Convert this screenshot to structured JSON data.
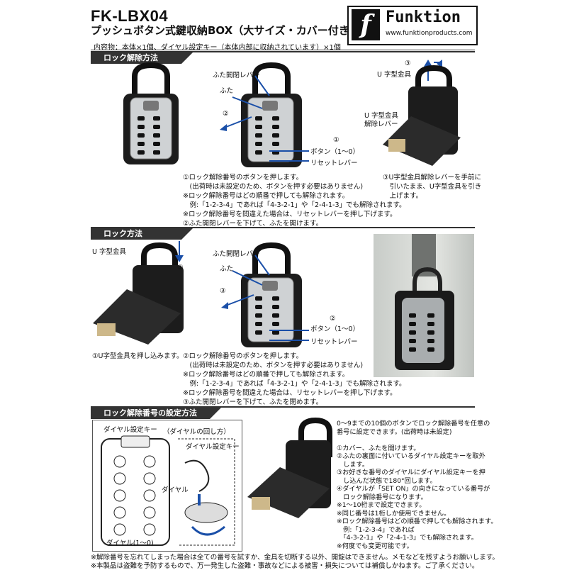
{
  "header": {
    "title": "FK-LBX04",
    "subtitle": "プッシュボタン式鍵収納BOX（大サイズ・カバー付き）",
    "contents": "内容物：本体×1個、ダイヤル設定キー（本体内部に収納されています）×1個"
  },
  "logo": {
    "letter": "f",
    "name": "Funktion",
    "url": "www.funktionproducts.com"
  },
  "unlock": {
    "heading": "ロック解除方法",
    "labels": {
      "lid_lever": "ふた開閉レバー",
      "lid": "ふた",
      "step2": "②",
      "step1": "①",
      "button": "ボタン（1〜0）",
      "reset": "リセットレバー",
      "step3": "③",
      "u_metal": "U 字型金具",
      "u_release": "U 字型金具\n解除レバー"
    },
    "instructions": "①ロック解除番号のボタンを押します。\n　(出荷時は未設定のため、ボタンを押す必要はありません)\n※ロック解除番号はどの順番で押しても解除されます。\n　例:「1-2-3-4」であれば「4-3-2-1」や「2-4-1-3」でも解除されます。\n※ロック解除番号を間違えた場合は、リセットレバーを押し下げます。\n②ふた開閉レバーを下げて、ふたを開けます。",
    "step3_text": "③U字型金具解除レバーを手前に\n　引いたまま、U字型金具を引き\n　上げます。"
  },
  "lock": {
    "heading": "ロック方法",
    "labels": {
      "u_metal": "U 字型金具",
      "step1": "①",
      "lid_lever": "ふた開閉レバー",
      "lid": "ふた",
      "step3": "③",
      "step2": "②",
      "button": "ボタン（1〜0）",
      "reset": "リセットレバー"
    },
    "step1_text": "①U字型金具を押し込みます。",
    "instructions": "②ロック解除番号のボタンを押します。\n　(出荷時は未設定のため、ボタンを押す必要はありません)\n※ロック解除番号はどの順番で押しても解除されます。\n　例:「1-2-3-4」であれば「4-3-2-1」や「2-4-1-3」でも解除されます。\n※ロック解除番号を間違えた場合は、リセットレバーを押し下げます。\n③ふた開閉レバーを下げて、ふたを閉めます。"
  },
  "setting": {
    "heading": "ロック解除番号の設定方法",
    "labels": {
      "dial_key": "ダイヤル設定キー",
      "dial_rotate": "（ダイヤルの回し方）",
      "dial_key2": "ダイヤル設定キー",
      "dial": "ダイヤル",
      "dial_range": "ダイヤル(1〜0)"
    },
    "instructions": "0〜9までの10個のボタンでロック解除番号を任意の\n番号に設定できます。(出荷時は未設定)\n\n①カバー、ふたを開けます。\n②ふたの裏面に付いているダイヤル設定キーを取外\n　します。\n③お好きな番号のダイヤルにダイヤル設定キーを押\n　し込んだ状態で180°回します。\n④ダイヤルが「SET ON」の向きになっている番号が\n　ロック解除番号になります。\n※1〜10桁まで設定できます。\n※同じ番号は1桁しか使用できません。\n※ロック解除番号はどの順番で押しても解除されます。\n　例:「1-2-3-4」であれば\n　「4-3-2-1」や「2-4-1-3」でも解除されます。\n※何度でも変更可能です。"
  },
  "footer": {
    "note1": "※解除番号を忘れてしまった場合は全ての番号を試すか、金具を切断する以外、開錠はできません。メモなどを残すようお願いします。",
    "note2": "※本製品は盗難を予防するもので、万一発生した盗難・事故などによる被害・損失については補償しかねます。ご了承ください。"
  }
}
